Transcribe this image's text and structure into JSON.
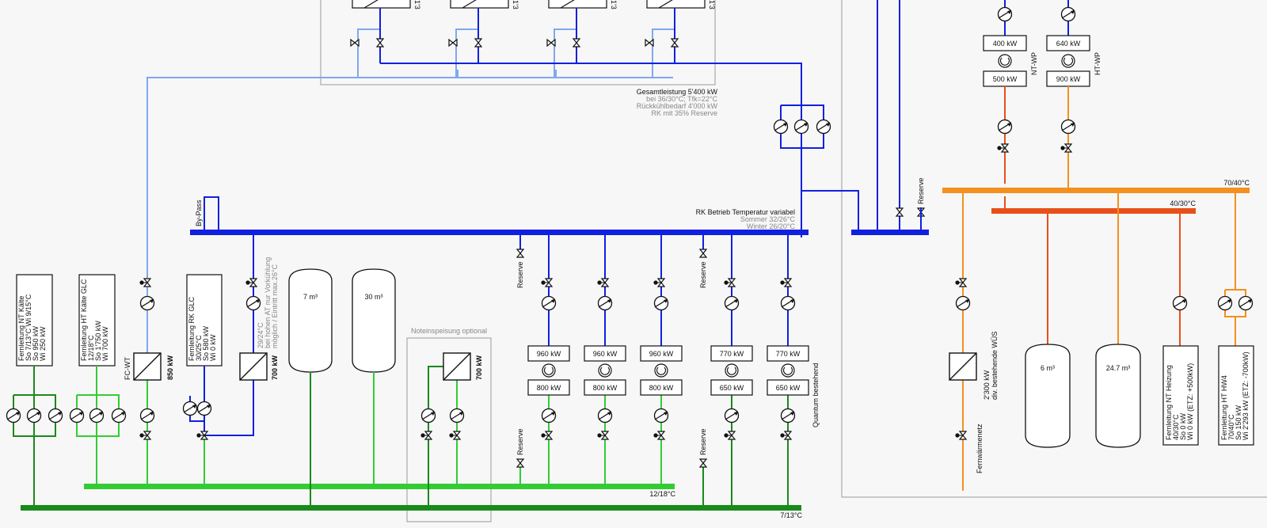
{
  "colors": {
    "blue_dark": "#1020e0",
    "blue_light": "#7fa8f0",
    "green_dark": "#1a8a1a",
    "green_light": "#33cc33",
    "orange": "#f39020",
    "orange_red": "#e8501a",
    "frame": "#9a9a9a"
  },
  "top_block": {
    "total": "Gesamtleistung 5'400 kW",
    "note1": "bei 36/30°C; Tfk=22°C",
    "note2": "Rückkühlbedarf 4'000 kW",
    "note3": "RK mit 35% Reserve",
    "cut_labels": [
      "1'3",
      "1'3",
      "1'3",
      "1'3"
    ]
  },
  "rk_bus": {
    "title": "RK Betrieb Temperatur variabel",
    "summer": "Sommer 32/26°C",
    "winter": "Winter 26/20°C",
    "bypass": "By-Pass"
  },
  "heatpumps": {
    "nt": {
      "label": "NT-WP",
      "upper": "400 kW",
      "lower": "500 kW"
    },
    "ht": {
      "label": "HT-WP",
      "upper": "640 kW",
      "lower": "900 kW"
    }
  },
  "bus_labels": {
    "t70": "70/40°C",
    "t40": "40/30°C",
    "t12": "12/18°C",
    "t7": "7/13°C"
  },
  "reserve": "Reserve",
  "feeds": {
    "nt_kaelte": [
      "Fernleitung NT Kälte",
      "So 7/13°C  Wi 9/15°C",
      "So 950 kW",
      "Wi 250 kW"
    ],
    "ht_kaelte": [
      "Fernleitung HT Kälte GLC",
      "12/18°C",
      "So 1'750 kW",
      "Wi 700 kW"
    ],
    "rk_glc": [
      "Fernleitung RK GLC",
      "30/25°C",
      "So 580 kW",
      "Wi 0 kW"
    ],
    "nt_heizung": [
      "Fernleitung NT Heizung",
      "40/30°C",
      "So 0 kW",
      "Wi 0 kW (ETZ: +500kW)"
    ],
    "ht_hw4": [
      "Fernleitung HT HW4",
      "70/40°C",
      "So 150 kW",
      "Wi 2'293 kW (ETZ: -700kW)"
    ]
  },
  "fcwt": {
    "label": "FC-WT",
    "power": "850 kW"
  },
  "hx700": {
    "power": "700 kW",
    "note1": "29/24°C",
    "note2": "bei hohen AT nur Vorkühlung",
    "note3": "möglich / Eintritt max.26°C"
  },
  "tanks": {
    "t7": "7 m³",
    "t30": "30 m³",
    "t6": "6 m³",
    "t24": "24.7 m³"
  },
  "notein": {
    "title": "Noteinspeisung optional",
    "power": "700 kW"
  },
  "chillers": [
    {
      "upper": "960 kW",
      "lower": "800 kW"
    },
    {
      "upper": "960 kW",
      "lower": "800 kW"
    },
    {
      "upper": "960 kW",
      "lower": "800 kW"
    },
    {
      "upper": "770 kW",
      "lower": "650 kW"
    },
    {
      "upper": "770 kW",
      "lower": "650 kW"
    }
  ],
  "quantum": "Quantum bestehend",
  "fernwaerme": {
    "power": "2'300 kW",
    "desc": "div. bestehende WÜS",
    "label": "Fernwärmenetz"
  }
}
